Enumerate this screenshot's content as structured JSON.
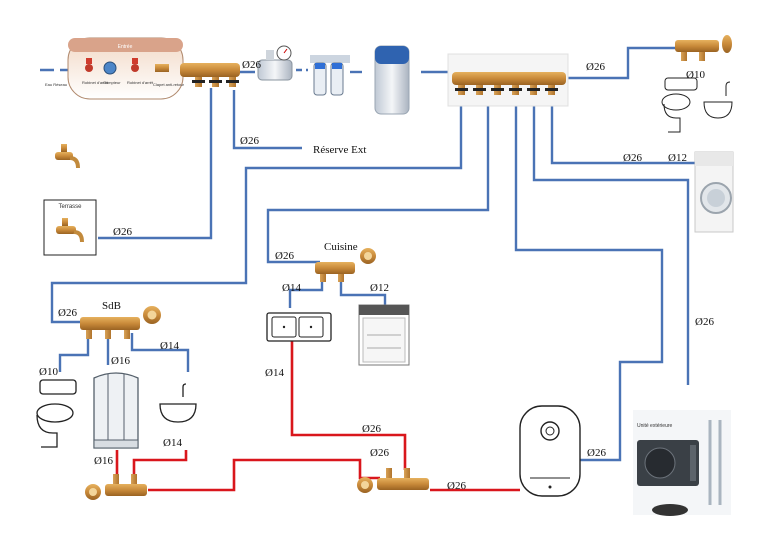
{
  "meter_box": {
    "title": "Entrée",
    "captions": [
      "Eau Réseau",
      "Robinet d'arrêt",
      "Compteur",
      "Robinet d'arrêt",
      "Clapet anti-retour"
    ]
  },
  "labels": {
    "main_supply": "Ø26",
    "reserve_pipe": "Ø26",
    "reserve_ext": "Réserve Ext",
    "toilet_top_branch": "Ø26",
    "toilet_top": "Ø10",
    "laundry_left": "Ø26",
    "laundry_right": "Ø12",
    "terrace_box": "Terrasse",
    "terrace_pipe": "Ø26",
    "kitchen_title": "Cuisine",
    "kitchen_feed": "Ø26",
    "kitchen_sink": "Ø14",
    "kitchen_dishwasher": "Ø12",
    "kitchen_hot": "Ø14",
    "right_trunk": "Ø26",
    "sdb_title": "SdB",
    "sdb_feed": "Ø26",
    "sdb_wc": "Ø10",
    "sdb_shower": "Ø16",
    "sdb_basin": "Ø14",
    "hot_basin": "Ø14",
    "hot_shower": "Ø16",
    "hot_loop_top": "Ø26",
    "hot_manifold_in": "Ø26",
    "hot_to_heater": "Ø26",
    "heater_feed": "Ø26",
    "heat_pump_caption": "Unité extérieure"
  }
}
